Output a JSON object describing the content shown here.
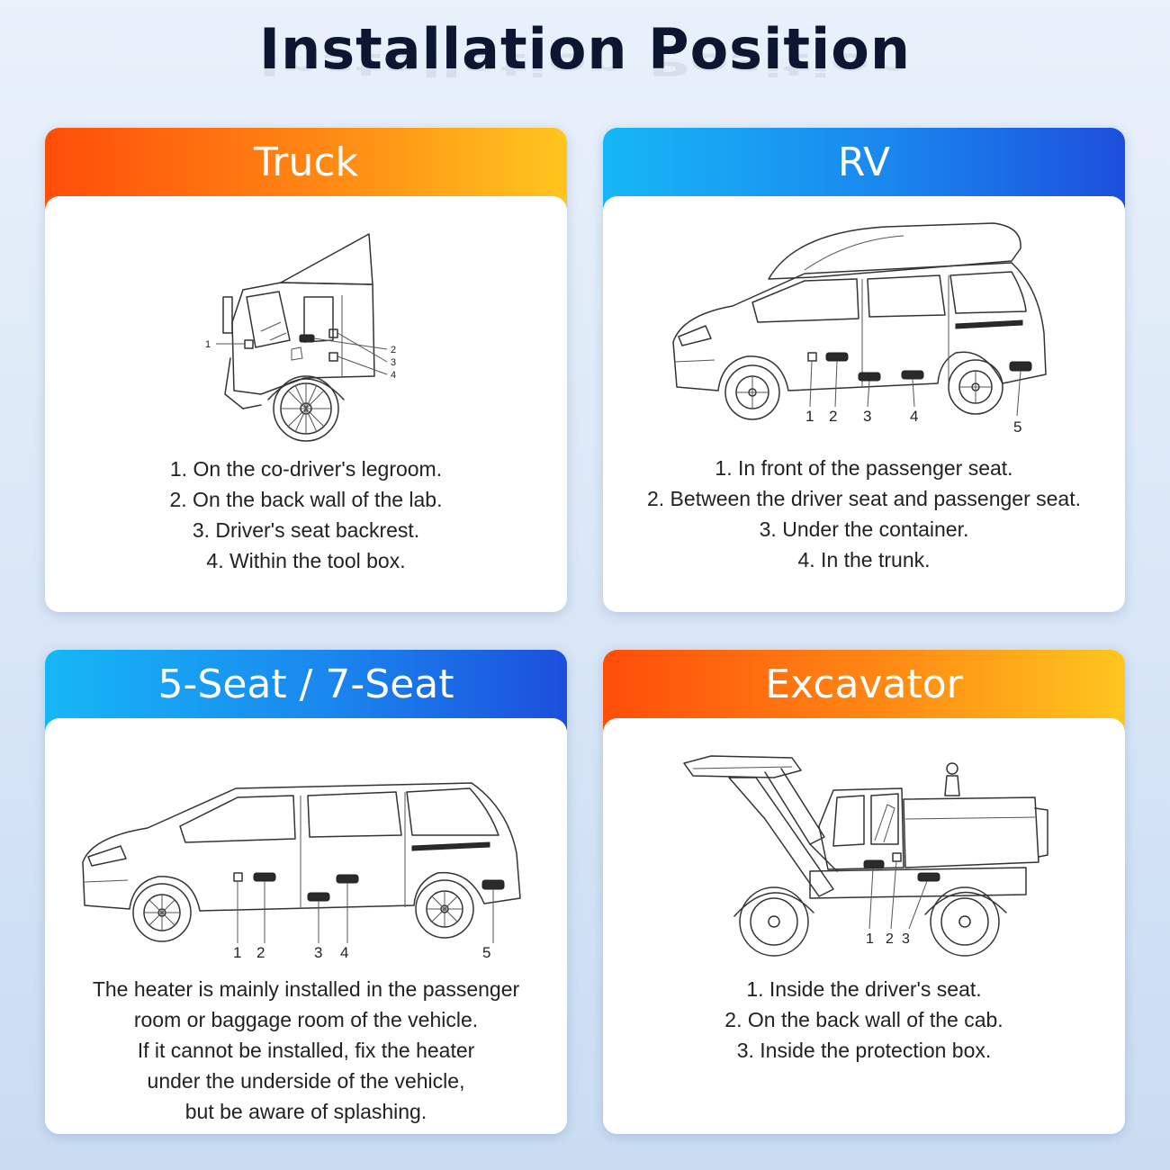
{
  "page": {
    "title": "Installation Position"
  },
  "cards": [
    {
      "id": "truck",
      "title": "Truck",
      "header_color": "orange",
      "markers": [
        "1",
        "2",
        "3",
        "4"
      ],
      "lines": [
        "1. On the co-driver's legroom.",
        "2. On the back wall of the lab.",
        "3. Driver's seat backrest.",
        "4. Within the tool box."
      ]
    },
    {
      "id": "rv",
      "title": "RV",
      "header_color": "blue",
      "markers": [
        "1",
        "2",
        "3",
        "4",
        "5"
      ],
      "lines": [
        "1. In front of the passenger seat.",
        "2. Between the driver seat and passenger seat.",
        "3. Under the container.",
        "4. In the trunk."
      ]
    },
    {
      "id": "seat",
      "title": "5-Seat / 7-Seat",
      "header_color": "blue",
      "markers": [
        "1",
        "2",
        "3",
        "4",
        "5"
      ],
      "lines": [
        "The heater is mainly installed in the passenger",
        "room or baggage room of the vehicle.",
        "If it cannot be installed, fix the heater",
        "under the underside of the vehicle,",
        "but be aware of splashing."
      ]
    },
    {
      "id": "excavator",
      "title": "Excavator",
      "header_color": "orange",
      "markers": [
        "1",
        "2",
        "3"
      ],
      "lines": [
        "1. Inside the driver's seat.",
        "2. On the back wall of the cab.",
        "3. Inside the protection box."
      ]
    }
  ],
  "colors": {
    "orange_gradient": [
      "#ff4d0a",
      "#ff8a14",
      "#ffc61e"
    ],
    "blue_gradient": [
      "#16b7f6",
      "#1a86ee",
      "#1c4fdc"
    ],
    "title_text": "#0c1630",
    "background": "#dbe8f6"
  }
}
